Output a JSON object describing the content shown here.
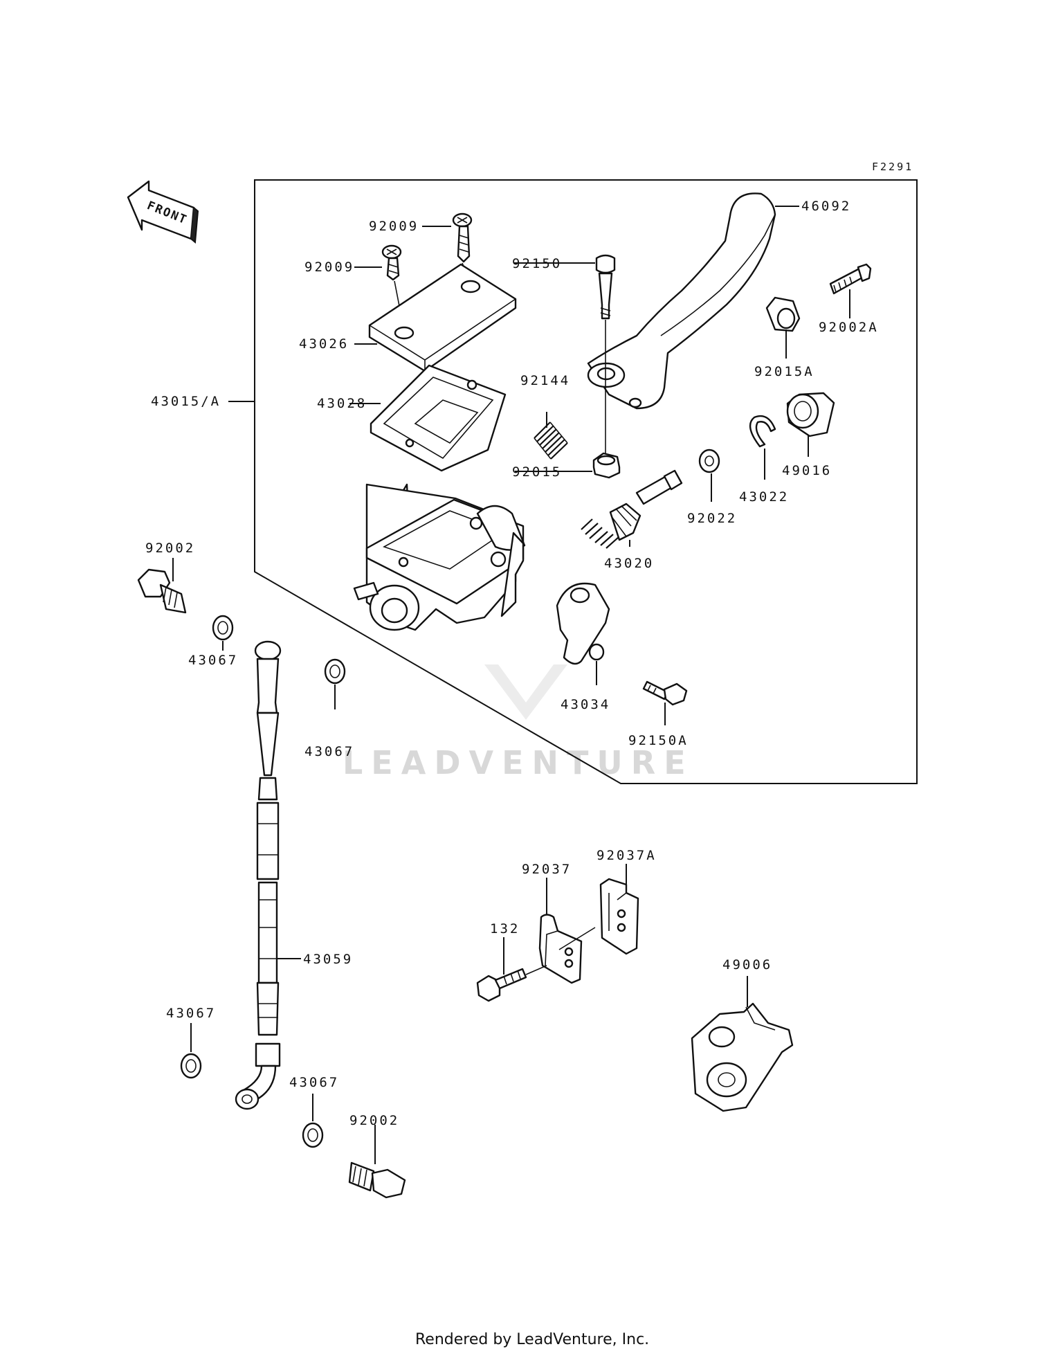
{
  "diagram_code": "F2291",
  "front_arrow_label": "FRONT",
  "watermark": "LEADVENTURE",
  "footer": "Rendered by LeadVenture, Inc.",
  "parts": {
    "p46092": "46092",
    "p92009_a": "92009",
    "p92009_b": "92009",
    "p92150": "92150",
    "p92002A": "92002A",
    "p43026": "43026",
    "p92015A": "92015A",
    "p43015A": "43015/A",
    "p92144": "92144",
    "p43028": "43028",
    "p92015": "92015",
    "p49016": "49016",
    "p43022": "43022",
    "p92022": "92022",
    "p43020": "43020",
    "p92002_a": "92002",
    "p43067_a": "43067",
    "p43067_b": "43067",
    "p43034": "43034",
    "p92150A": "92150A",
    "p92037A": "92037A",
    "p92037": "92037",
    "p132": "132",
    "p43059": "43059",
    "p49006": "49006",
    "p43067_c": "43067",
    "p43067_d": "43067",
    "p92002_b": "92002"
  }
}
